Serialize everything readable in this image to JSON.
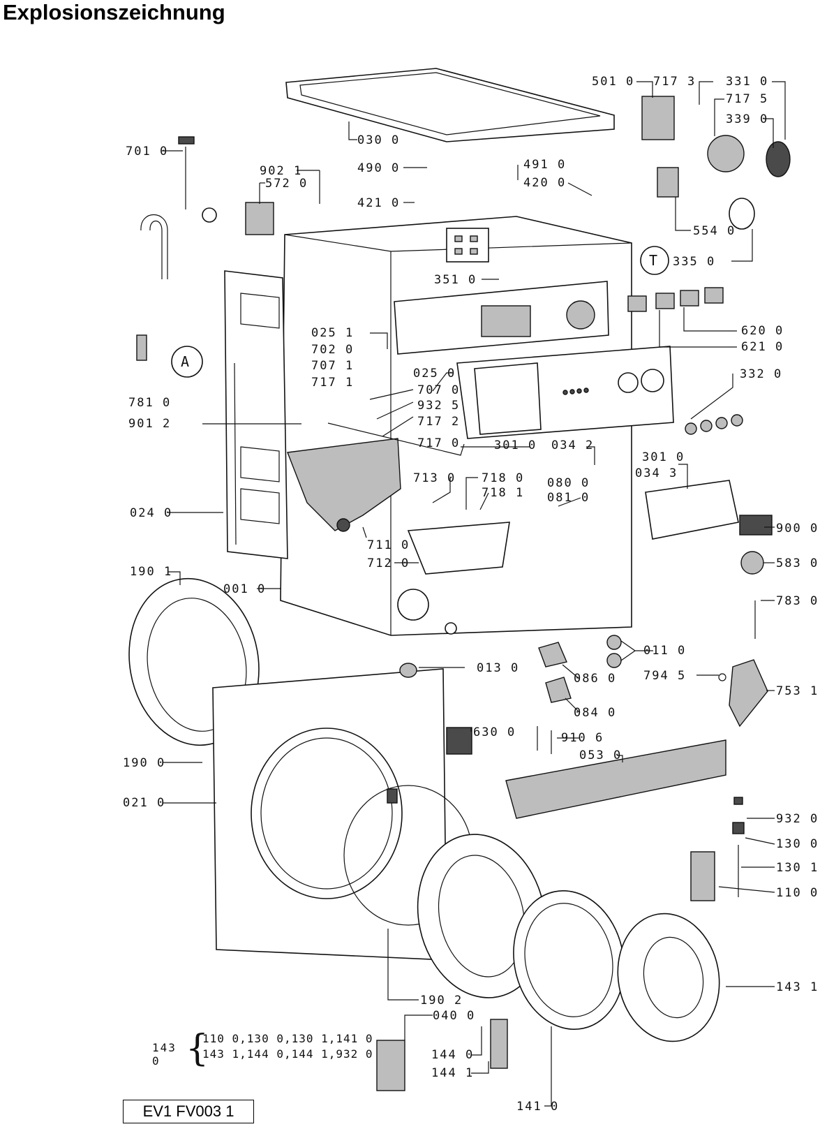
{
  "title": "Explosionszeichnung",
  "drawing_code": "EV1 FV003 1",
  "set_note": {
    "number": "143 0",
    "line1": "110 0,130 0,130 1,141 0",
    "line2": "143 1,144 0,144 1,932 0"
  },
  "callouts": {
    "A": "A",
    "T": "T"
  },
  "labels": [
    "030 0",
    "701 0",
    "902 1",
    "572 0",
    "490 0",
    "491 0",
    "420 0",
    "421 0",
    "501 0",
    "717 3",
    "331 0",
    "717 5",
    "339 0",
    "554 0",
    "335 0",
    "351 0",
    "620 0",
    "621 0",
    "025 1",
    "702 0",
    "707 1",
    "717 1",
    "025 0",
    "781 0",
    "901 2",
    "707 0",
    "932 5",
    "717 2",
    "717 0",
    "301 0",
    "034 2",
    "332 0",
    "301 0",
    "034 3",
    "713 0",
    "718 0",
    "718 1",
    "080 0",
    "081 0",
    "024 0",
    "711 0",
    "712 0",
    "900 0",
    "583 0",
    "190 1",
    "001 0",
    "783 0",
    "011 0",
    "013 0",
    "086 0",
    "794 5",
    "753 1",
    "084 0",
    "630 0",
    "910 6",
    "053 0",
    "190 0",
    "021 0",
    "932 0",
    "130 0",
    "130 1",
    "110 0",
    "190 2",
    "143 1",
    "040 0",
    "144 0",
    "144 1",
    "141 0"
  ]
}
